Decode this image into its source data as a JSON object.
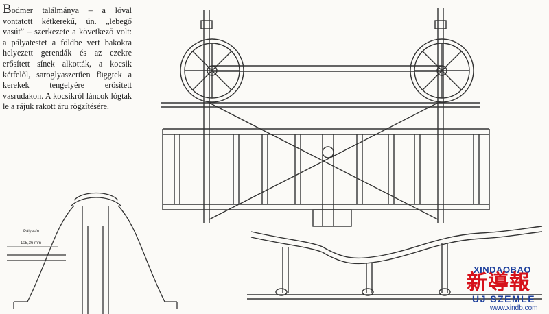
{
  "article": {
    "dropcap": "B",
    "body": "odmer találmánya – a lóval vontatott kétkerekű, ún. „lebegő vasút” – szerkezete a következő volt: a pályatestet a földbe vert bakokra helyezett gerendák és az ezekre erősített sínek alkották, a kocsik kétfelől, saroglyaszerűen függtek a kerekek tengelyére erősített vasrudakon. A kocsikról láncok lógtak le a rájuk rakott áru rögzítésére."
  },
  "diagram_labels": {
    "rail_label": "Pályasín",
    "dimension": "105,36 mm"
  },
  "watermark": {
    "name": "XINDAOBAO",
    "cjk": "新導報",
    "sub": "UJ SZEMLE",
    "url": "www.xindb.com"
  }
}
